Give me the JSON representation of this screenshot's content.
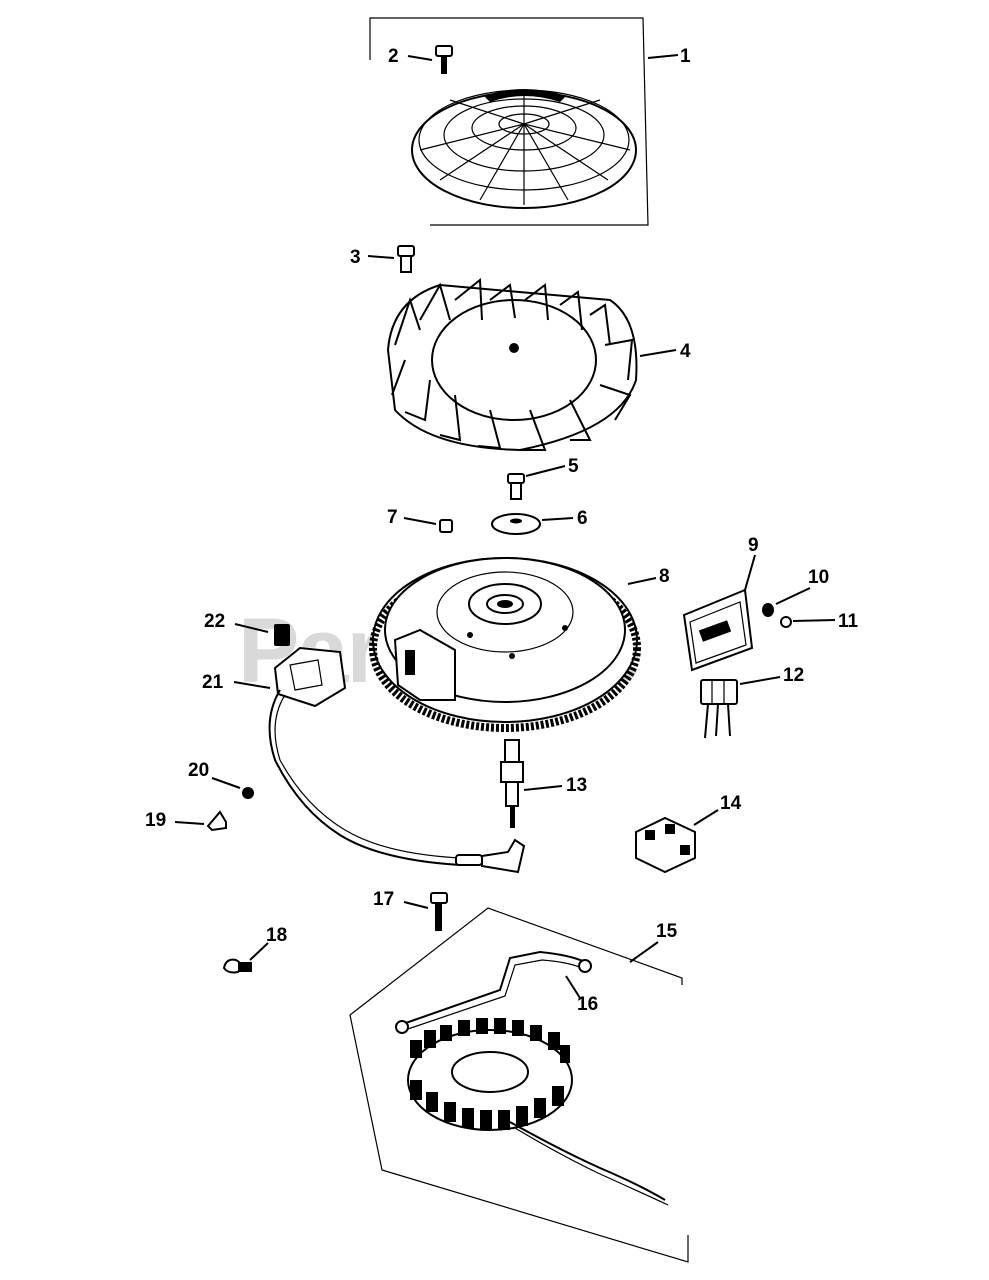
{
  "watermark": "PartsTree",
  "callouts": [
    {
      "id": "1",
      "label": "1"
    },
    {
      "id": "2",
      "label": "2"
    },
    {
      "id": "3",
      "label": "3"
    },
    {
      "id": "4",
      "label": "4"
    },
    {
      "id": "5",
      "label": "5"
    },
    {
      "id": "6",
      "label": "6"
    },
    {
      "id": "7",
      "label": "7"
    },
    {
      "id": "8",
      "label": "8"
    },
    {
      "id": "9",
      "label": "9"
    },
    {
      "id": "10",
      "label": "10"
    },
    {
      "id": "11",
      "label": "11"
    },
    {
      "id": "12",
      "label": "12"
    },
    {
      "id": "13",
      "label": "13"
    },
    {
      "id": "14",
      "label": "14"
    },
    {
      "id": "15",
      "label": "15"
    },
    {
      "id": "16",
      "label": "16"
    },
    {
      "id": "17",
      "label": "17"
    },
    {
      "id": "18",
      "label": "18"
    },
    {
      "id": "19",
      "label": "19"
    },
    {
      "id": "20",
      "label": "20"
    },
    {
      "id": "21",
      "label": "21"
    },
    {
      "id": "22",
      "label": "22"
    }
  ]
}
